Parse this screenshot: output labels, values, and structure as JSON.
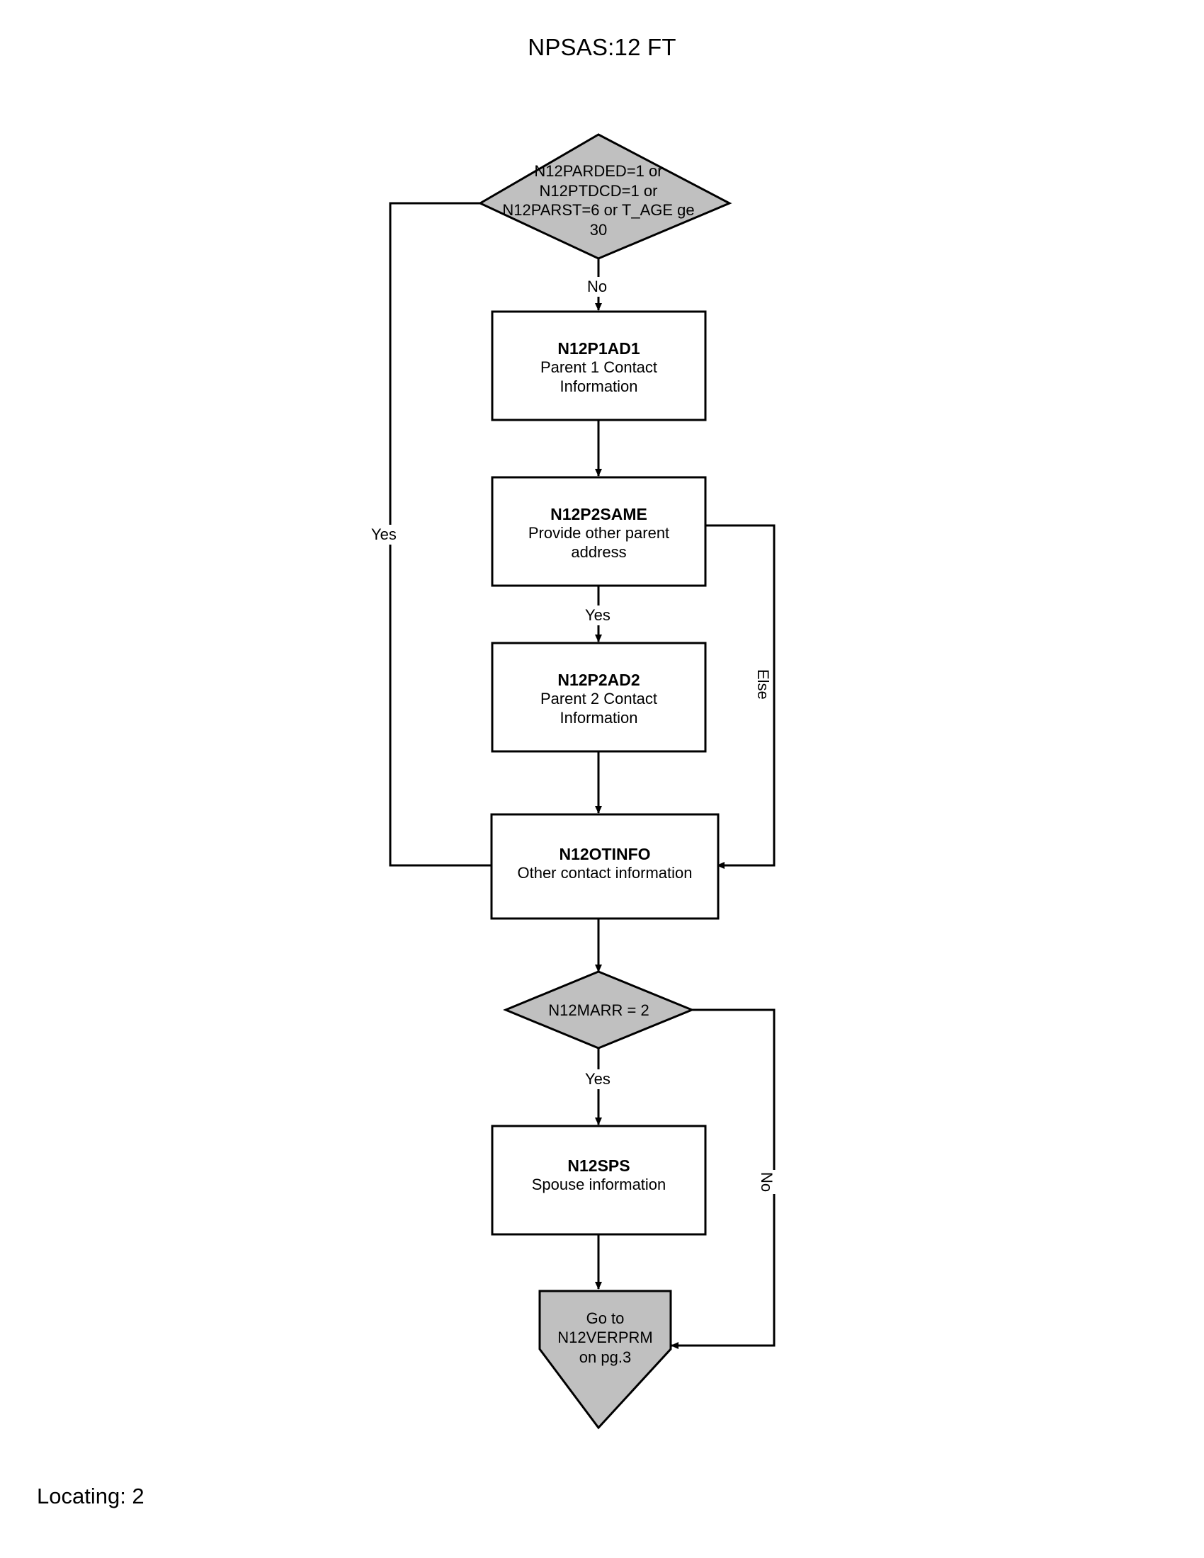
{
  "page": {
    "title": "NPSAS:12 FT",
    "footer": "Locating: 2"
  },
  "colors": {
    "shape_fill_decision": "#c0c0c0",
    "shape_fill_process": "#ffffff",
    "shape_stroke": "#000000",
    "background": "#ffffff"
  },
  "chart_data": {
    "type": "diagram",
    "title": "NPSAS:12 FT",
    "subtitle": "Locating: 2",
    "nodes": [
      {
        "id": "d1",
        "shape": "decision",
        "lines": [
          "N12PARDED=1 or",
          "N12PTDCD=1 or",
          "N12PARST=6 or T_AGE ge",
          "30"
        ],
        "fill": "#c0c0c0"
      },
      {
        "id": "p1",
        "shape": "process",
        "code": "N12P1AD1",
        "desc_lines": [
          "Parent 1 Contact",
          "Information"
        ],
        "fill": "#ffffff"
      },
      {
        "id": "p2",
        "shape": "process",
        "code": "N12P2SAME",
        "desc_lines": [
          "Provide other parent",
          "address"
        ],
        "fill": "#ffffff"
      },
      {
        "id": "p3",
        "shape": "process",
        "code": "N12P2AD2",
        "desc_lines": [
          "Parent 2 Contact",
          "Information"
        ],
        "fill": "#ffffff"
      },
      {
        "id": "p4",
        "shape": "process",
        "code": "N12OTINFO",
        "desc_lines": [
          "Other contact information"
        ],
        "fill": "#ffffff"
      },
      {
        "id": "d2",
        "shape": "decision",
        "lines": [
          "N12MARR = 2"
        ],
        "fill": "#c0c0c0"
      },
      {
        "id": "p5",
        "shape": "process",
        "code": "N12SPS",
        "desc_lines": [
          "Spouse information"
        ],
        "fill": "#ffffff"
      },
      {
        "id": "t1",
        "shape": "terminal",
        "lines": [
          "Go to",
          "N12VERPRM",
          "on pg.3"
        ],
        "fill": "#c0c0c0"
      }
    ],
    "edges": [
      {
        "from": "d1",
        "to": "p1",
        "label": "No"
      },
      {
        "from": "d1",
        "to": "p4",
        "label": "Yes"
      },
      {
        "from": "p1",
        "to": "p2",
        "label": ""
      },
      {
        "from": "p2",
        "to": "p3",
        "label": "Yes"
      },
      {
        "from": "p2",
        "to": "p4",
        "label": "Else"
      },
      {
        "from": "p3",
        "to": "p4",
        "label": ""
      },
      {
        "from": "p4",
        "to": "d2",
        "label": ""
      },
      {
        "from": "d2",
        "to": "p5",
        "label": "Yes"
      },
      {
        "from": "d2",
        "to": "t1",
        "label": "No"
      },
      {
        "from": "p5",
        "to": "t1",
        "label": ""
      }
    ]
  },
  "labels": {
    "d1_no": "No",
    "d1_yes": "Yes",
    "p2_yes": "Yes",
    "p2_else": "Else",
    "d2_yes": "Yes",
    "d2_no": "No"
  },
  "nodes": {
    "d1": {
      "line1": "N12PARDED=1 or",
      "line2": "N12PTDCD=1 or",
      "line3": "N12PARST=6 or T_AGE ge",
      "line4": "30"
    },
    "p1": {
      "code": "N12P1AD1",
      "desc1": "Parent 1 Contact",
      "desc2": "Information"
    },
    "p2": {
      "code": "N12P2SAME",
      "desc1": "Provide other parent",
      "desc2": "address"
    },
    "p3": {
      "code": "N12P2AD2",
      "desc1": "Parent 2 Contact",
      "desc2": "Information"
    },
    "p4": {
      "code": "N12OTINFO",
      "desc1": "Other contact information"
    },
    "d2": {
      "line1": "N12MARR = 2"
    },
    "p5": {
      "code": "N12SPS",
      "desc1": "Spouse information"
    },
    "t1": {
      "line1": "Go to",
      "line2": "N12VERPRM",
      "line3": "on pg.3"
    }
  }
}
